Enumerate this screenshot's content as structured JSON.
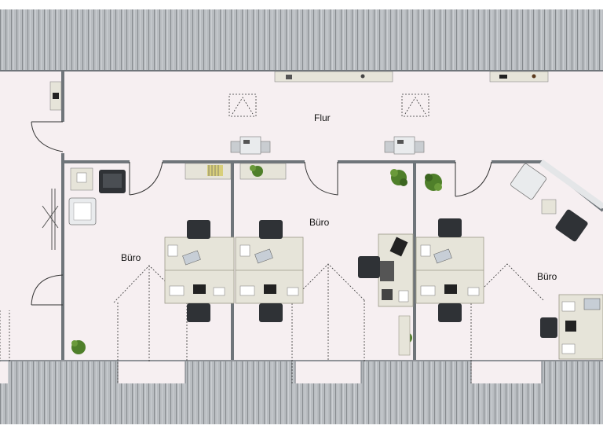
{
  "labels": {
    "flur": "Flur",
    "buero_1": "Büro",
    "buero_2": "Büro",
    "buero_3": "Büro"
  },
  "colors": {
    "floor": "#f6eff1",
    "roof": "#b9bdc1",
    "roof_line": "#8b8f93",
    "wall": "#6f757a",
    "desk": "#e6e4d9",
    "chair": "#2f3236",
    "plant": "#4f7f2a"
  },
  "icons": [
    "desk",
    "office-chair",
    "monitor",
    "laptop",
    "phone",
    "printer",
    "armchair",
    "plant",
    "skylight",
    "door-swing",
    "staircase",
    "window"
  ]
}
